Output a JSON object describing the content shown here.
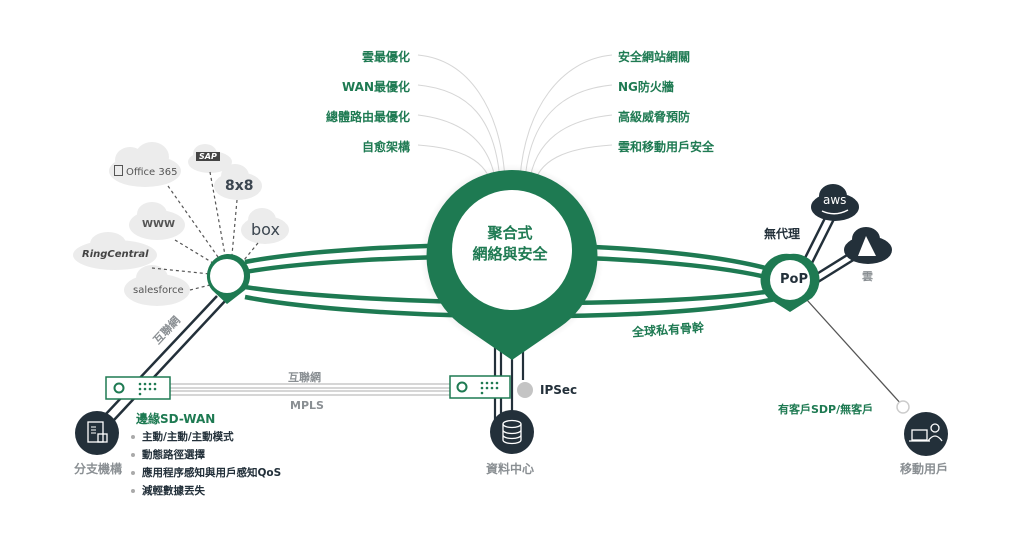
{
  "hub": {
    "title_line1": "聚合式",
    "title_line2": "網絡與安全"
  },
  "features_left": [
    "雲最優化",
    "WAN最優化",
    "總體路由最優化",
    "自愈架構"
  ],
  "features_right": [
    "安全網站網關",
    "NG防火牆",
    "高級威脅預防",
    "雲和移動用戶安全"
  ],
  "saas_clouds": {
    "office365": "Office 365",
    "sap": "SAP",
    "eight_by_eight": "8x8",
    "www": "WWW",
    "box": "box",
    "ringcentral": "RingCentral",
    "salesforce": "salesforce"
  },
  "pop": {
    "label": "PoP",
    "agentless": "無代理",
    "cloud": "雲",
    "aws": "aws"
  },
  "links": {
    "internet_diag": "互聯網",
    "internet": "互聯網",
    "mpls": "MPLS",
    "ipsec": "IPSec",
    "backbone": "全球私有骨幹",
    "sdp": "有客戶SDP/無客戶"
  },
  "branch": {
    "label": "分支機構",
    "sdwan_title": "邊緣SD-WAN",
    "bullets": [
      "主動/主動/主動模式",
      "動態路徑選擇",
      "應用程序感知與用戶感知QoS",
      "減輕數據丟失"
    ]
  },
  "datacenter": {
    "label": "資料中心"
  },
  "mobile": {
    "label": "移動用戶"
  },
  "colors": {
    "green": "#1e7a52",
    "dark": "#23303a",
    "gray": "#8a8f93",
    "cloud": "#ececec"
  }
}
